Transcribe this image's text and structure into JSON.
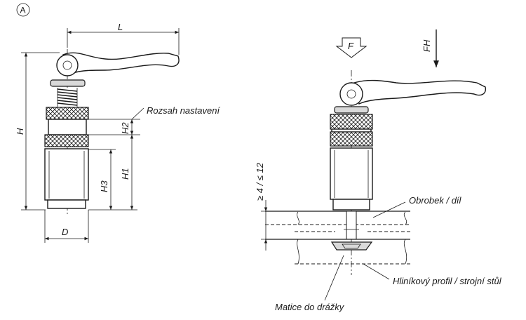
{
  "view_marker": "A",
  "dimensions": {
    "L": "L",
    "H": "H",
    "H1": "H1",
    "H2": "H2",
    "H3": "H3",
    "D": "D",
    "depth_range": "≥ 4 / ≤ 12"
  },
  "forces": {
    "F": "F",
    "FH": "FH"
  },
  "callouts": {
    "adjustment_range": "Rozsah nastavení",
    "workpiece": "Obrobek / díl",
    "aluminium_profile": "Hliníkový profil / strojní stůl",
    "slot_nut": "Matice do drážky"
  }
}
